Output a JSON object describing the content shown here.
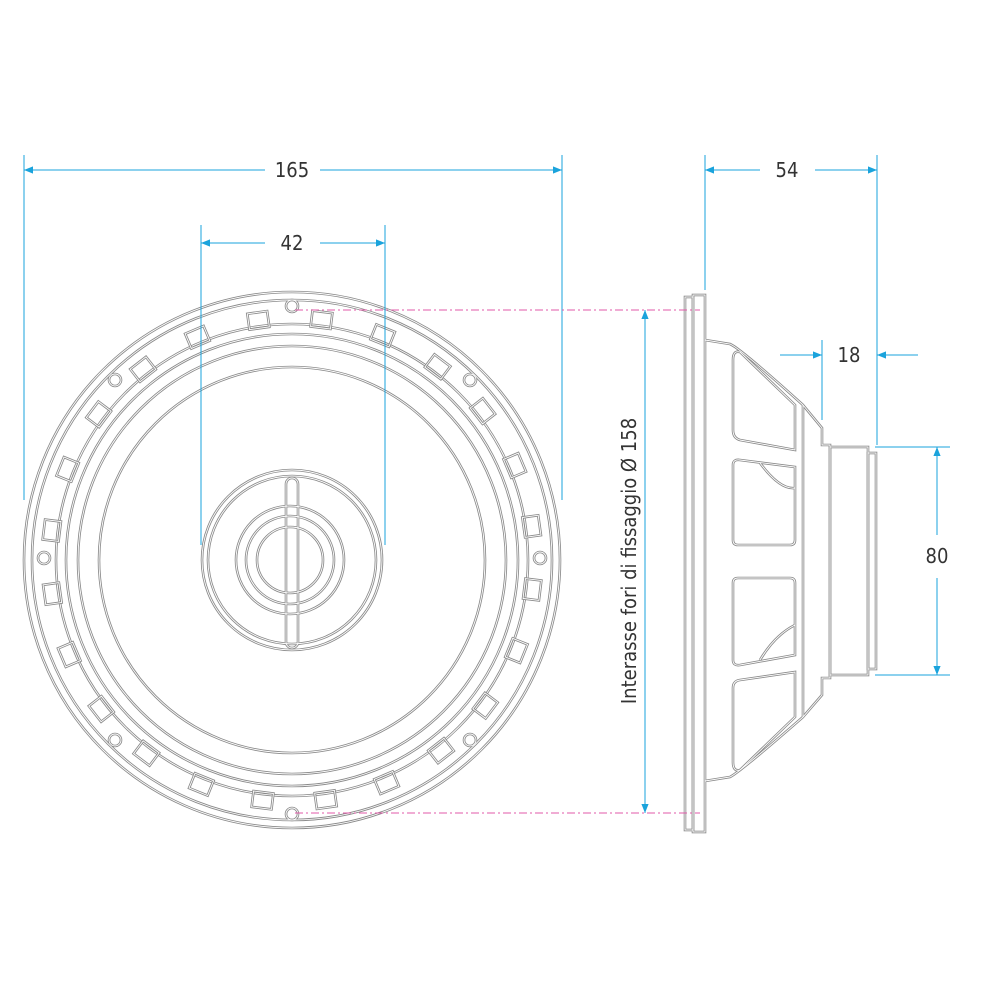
{
  "dimensions": {
    "overall_diameter": "165",
    "tweeter_diameter": "42",
    "depth": "54",
    "magnet_depth": "18",
    "magnet_diameter": "80",
    "mounting_hole_spacing": "Interasse fori di fissaggio Ø 158"
  },
  "colors": {
    "dimension": "#1aa3dc",
    "centerline": "#e05aa8",
    "outline": "#8a8a8a"
  }
}
